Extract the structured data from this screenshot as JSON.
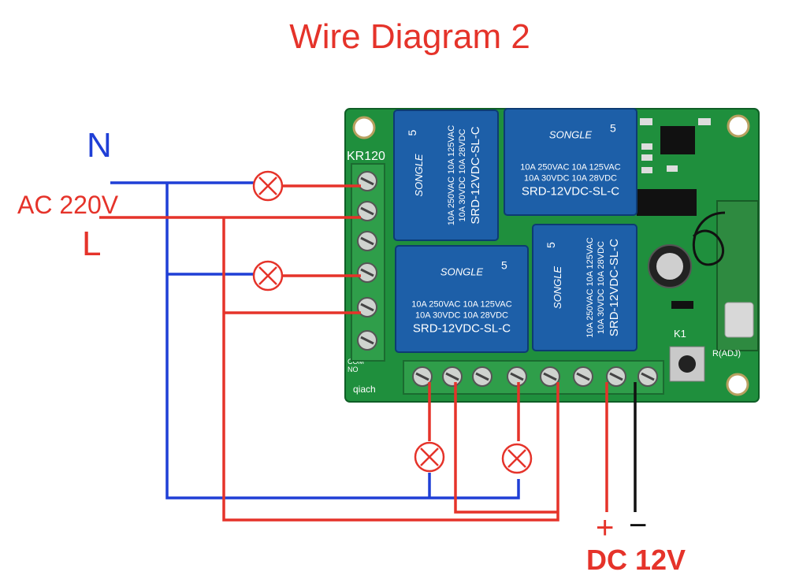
{
  "title": "Wire Diagram 2",
  "labels": {
    "neutral": "N",
    "ac": "AC 220V",
    "live": "L",
    "plus": "+",
    "minus": "−",
    "dc": "DC 12V"
  },
  "board": {
    "model": "KR120",
    "brand": "qiach",
    "button_label": "K1",
    "adj_label": "R(ADJ)",
    "side_labels": [
      "COM",
      "NO"
    ]
  },
  "relays": [
    {
      "brand": "SONGLE",
      "model": "SRD-12VDC-SL-C",
      "rating1": "10A 250VAC  10A 125VAC",
      "rating2": "10A 30VDC  10A 28VDC",
      "cert": "5"
    },
    {
      "brand": "SONGLE",
      "model": "SRD-12VDC-SL-C",
      "rating1": "10A 250VAC  10A 125VAC",
      "rating2": "10A 30VDC  10A 28VDC",
      "cert": "5"
    },
    {
      "brand": "SONGLE",
      "model": "SRD-12VDC-SL-C",
      "rating1": "10A 250VAC  10A 125VAC",
      "rating2": "10A 30VDC  10A 28VDC",
      "cert": "5"
    },
    {
      "brand": "SONGLE",
      "model": "SRD-12VDC-SL-C",
      "rating1": "10A 250VAC  10A 125VAC",
      "rating2": "10A 30VDC  10A 28VDC",
      "cert": "5"
    }
  ],
  "colors": {
    "title": "#e5332a",
    "neutral_wire": "#1f3fd6",
    "live_wire": "#e5332a",
    "ground_wire": "#111111",
    "board": "#1f8f3d",
    "relay": "#1d5fa8",
    "terminal": "#2f9e4a"
  },
  "icons": [
    "lamp-icon",
    "relay-component",
    "screw-terminal",
    "antenna-coil",
    "capacitor",
    "push-button"
  ]
}
